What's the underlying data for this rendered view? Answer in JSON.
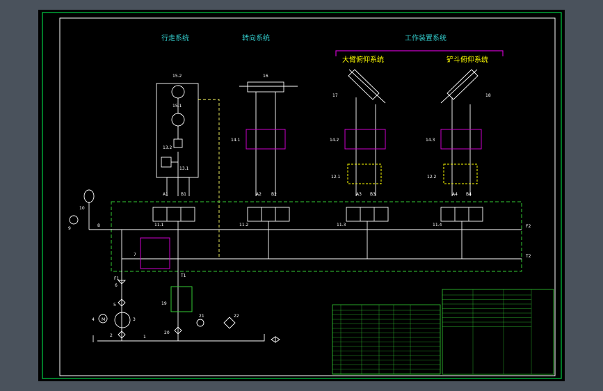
{
  "colors": {
    "background": "#000000",
    "outer_frame": "#00cc44",
    "line": "#ffffff",
    "heading": "#33cccc",
    "subheading": "#ffff00",
    "bracket": "#cc00cc",
    "pilot_line": "#ffff66",
    "valve_box_magenta": "#cc00cc",
    "valve_box_yellow": "#ffff00",
    "dashed_frame": "#33cc33",
    "table_text": "#33cc33"
  },
  "headings": {
    "travel_system": "行走系统",
    "steering_system": "转向系统",
    "work_device_system": "工作装置系统",
    "boom_system": "大臂俯仰系统",
    "bucket_system": "铲斗俯仰系统"
  },
  "labels": {
    "c15_2": "15.2",
    "c15_1": "15.1",
    "c13_2": "13.2",
    "c13_1": "13.1",
    "c16": "16",
    "c14_1": "14.1",
    "c17": "17",
    "c18": "18",
    "c14_2": "14.2",
    "c14_3": "14.3",
    "c12_1": "12.1",
    "c12_2": "12.2",
    "c10": "10",
    "c9": "9",
    "c8": "8",
    "c7": "7",
    "c6": "6",
    "c5": "5",
    "c4": "4",
    "c3": "3",
    "c2": "2",
    "c1": "1",
    "c11_1": "11.1",
    "c11_2": "11.2",
    "c11_3": "11.3",
    "c11_4": "11.4",
    "c19": "19",
    "c20": "20",
    "c21": "21",
    "c22": "22",
    "f1": "F1",
    "f2": "F2",
    "t1": "T1",
    "t2": "T2",
    "a1": "A1",
    "b1": "B1",
    "a2": "A2",
    "b2": "B2",
    "a3": "A3",
    "b3": "B3",
    "a4": "A4",
    "b4": "B4",
    "m": "M"
  }
}
